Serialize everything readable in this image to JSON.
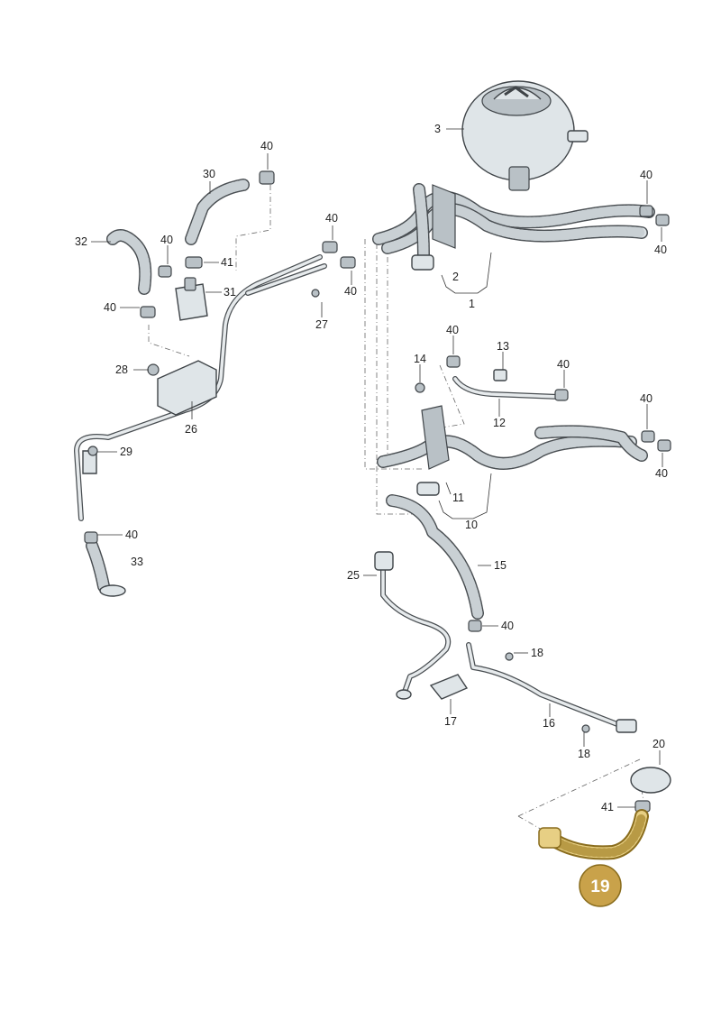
{
  "highlight": {
    "label": "19",
    "fill_color": "#c9a24a",
    "stroke_color": "#8a6d1e"
  },
  "callouts": {
    "c1": "1",
    "c2": "2",
    "c3": "3",
    "c10": "10",
    "c11": "11",
    "c12": "12",
    "c13": "13",
    "c14": "14",
    "c15": "15",
    "c16": "16",
    "c17": "17",
    "c18a": "18",
    "c18b": "18",
    "c20": "20",
    "c25": "25",
    "c26": "26",
    "c27": "27",
    "c28": "28",
    "c29": "29",
    "c30": "30",
    "c31": "31",
    "c32": "32",
    "c33": "33",
    "c40a": "40",
    "c40b": "40",
    "c40c": "40",
    "c40d": "40",
    "c40e": "40",
    "c40f": "40",
    "c40g": "40",
    "c40h": "40",
    "c40i": "40",
    "c40j": "40",
    "c40k": "40",
    "c40l": "40",
    "c41a": "41",
    "c41b": "41"
  }
}
